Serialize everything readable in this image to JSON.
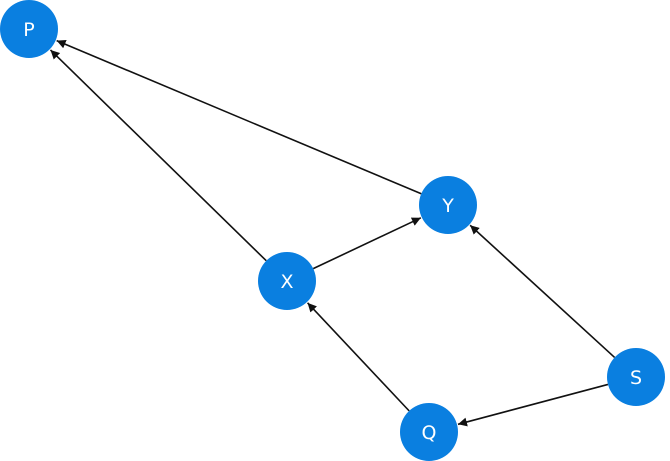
{
  "colors": {
    "node_fill": "#0a7fe0",
    "edge_stroke": "#111111",
    "node_text": "#ffffff",
    "background": "#ffffff"
  },
  "nodes": [
    {
      "id": "P",
      "label": "P"
    },
    {
      "id": "X",
      "label": "X"
    },
    {
      "id": "Y",
      "label": "Y"
    },
    {
      "id": "S",
      "label": "S"
    },
    {
      "id": "Q",
      "label": "Q"
    }
  ],
  "edges": [
    {
      "from": "X",
      "to": "P"
    },
    {
      "from": "Y",
      "to": "P"
    },
    {
      "from": "X",
      "to": "Y"
    },
    {
      "from": "Q",
      "to": "X"
    },
    {
      "from": "S",
      "to": "Y"
    },
    {
      "from": "S",
      "to": "Q"
    }
  ]
}
